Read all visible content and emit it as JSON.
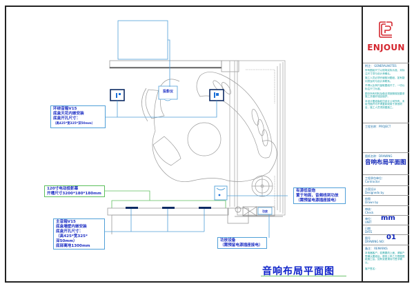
{
  "drawing": {
    "title": "音响布局平面图",
    "title_underline_color": "#6dc46d"
  },
  "title_block": {
    "logo_text": "ENJOUN",
    "brand_color": "#d4262e",
    "notes_label": "附注： GENERALNOTES",
    "notes": [
      "所有图纸尺寸以现场实际为准，未标注尺寸须与设计师确认。",
      "施工人员必须仔细核对图纸，如有疑问须及时与设计师联系。",
      "不得以比例尺量取图纸尺寸，一切以标注尺寸为准。",
      "图中所有材料及做法须按照规范要求施工并做好成品保护。",
      "本设计图纸版权归设计公司所有，未经书面许可不得复制或用于其他项目，施工人员须按图施工。"
    ],
    "project_label": "工程名称：PROJECT",
    "drawing_name_label": "图纸名称：DRAWING",
    "drawing_name": "音响布局平面图",
    "contractor_label": "工程承包单位：",
    "contractor_sub": "Contractor",
    "designer_label": "方案设计",
    "designer_sub": "Designedo by",
    "drawn_label": "绘图",
    "drawn_sub": "Drawn by",
    "check_label": "审核：",
    "check_sub": "Check",
    "unit_label": "单位：",
    "unit_sub": "UNIT",
    "unit_value": "mm",
    "date_label": "日期",
    "date_sub": "DATE",
    "drawing_no_label": "图号",
    "drawing_no_sub": "DRAWING NO：",
    "drawing_no_value": "01",
    "remarks_label": "备注： REMARKS",
    "remarks_text": "本电器客户，若需要改上面，请客户签确认图纸后，原则上甲乙方根据图纸施工后，如有变更请另行签字确认。",
    "client_sign_label": "客户签名："
  },
  "callouts": {
    "surround_speaker": {
      "lines": [
        "环绕音箱V15",
        "底盒天花内嵌安装",
        "底盒开孔尺寸：",
        "（高425*宽325*深50mm）"
      ]
    },
    "screen": {
      "lines": [
        "120寸电动投影幕",
        "开槽尺寸3200*180*180mm"
      ]
    },
    "main_speaker": {
      "lines": [
        "主音箱V15",
        "底盒墙壁内嵌安装",
        "底盒开孔尺寸：",
        "（高425*宽325*",
        "深50mm）",
        "底部离地1300mm"
      ]
    },
    "subwoofer": {
      "lines": [
        "有源低音炮",
        "置于地面，音频线到功放",
        "（需预留电源插座接电）"
      ]
    },
    "amplifier": {
      "lines": [
        "功放设备",
        "（需预留电源插座接电）"
      ]
    }
  },
  "symbols": {
    "projector_label": "投影仪",
    "amp_box_label": "功放"
  },
  "colors": {
    "wire_blue": "#4f9fd8",
    "wire_green": "#5cbf5c",
    "furniture_gray": "#9a9a9a",
    "text_blue": "#1d2fc4",
    "speaker_navy": "#0b2a63"
  }
}
